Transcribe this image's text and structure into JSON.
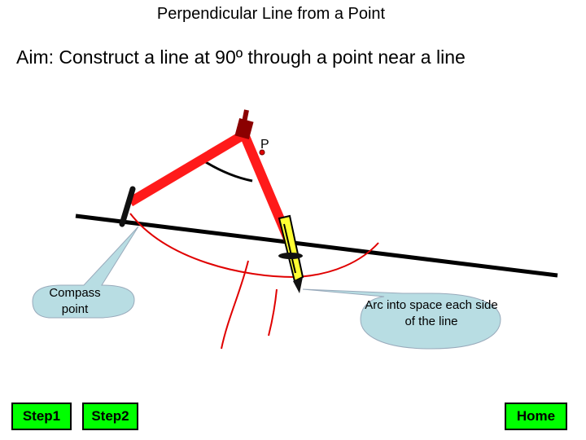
{
  "title": "Perpendicular Line from a Point",
  "aim": "Aim: Construct a line at 90º through a point near a line",
  "point_label": "P",
  "callouts": {
    "compass_point": "Compass point",
    "arc": "Arc into space each side of the line"
  },
  "buttons": {
    "step1": "Step1",
    "step2": "Step2",
    "home": "Home"
  },
  "colors": {
    "compass_arm": "#ff1a1a",
    "compass_hinge": "#8b0000",
    "pencil": "#ffff33",
    "arc": "#e00000",
    "callout_fill": "#b8dde3",
    "button_fill": "#00ff00"
  }
}
